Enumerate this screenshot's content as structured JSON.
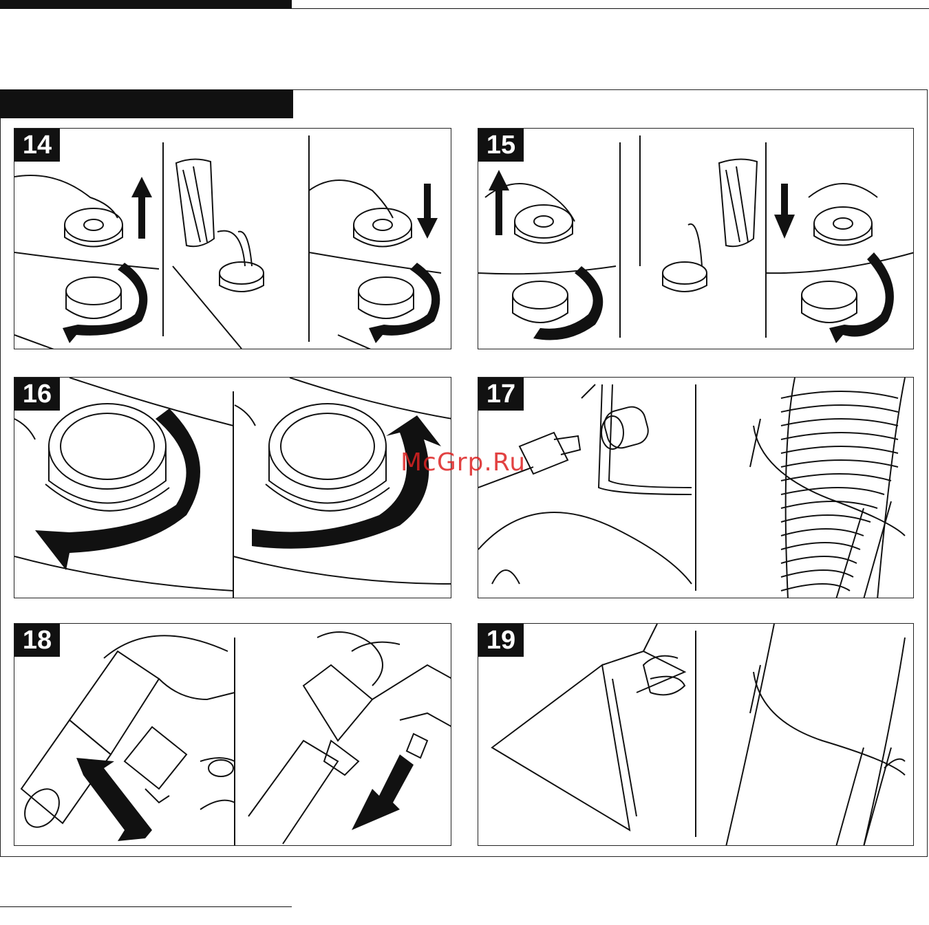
{
  "header": {
    "tab_label": ""
  },
  "watermark": {
    "text": "McGrp.Ru"
  },
  "panels": [
    {
      "step": "14",
      "subpanels": 3
    },
    {
      "step": "15",
      "subpanels": 3
    },
    {
      "step": "16",
      "subpanels": 2
    },
    {
      "step": "17",
      "subpanels": 2
    },
    {
      "step": "18",
      "subpanels": 2
    },
    {
      "step": "19",
      "subpanels": 2
    }
  ],
  "colors": {
    "ink": "#111111",
    "paper": "#ffffff",
    "watermark": "#dd2222"
  }
}
